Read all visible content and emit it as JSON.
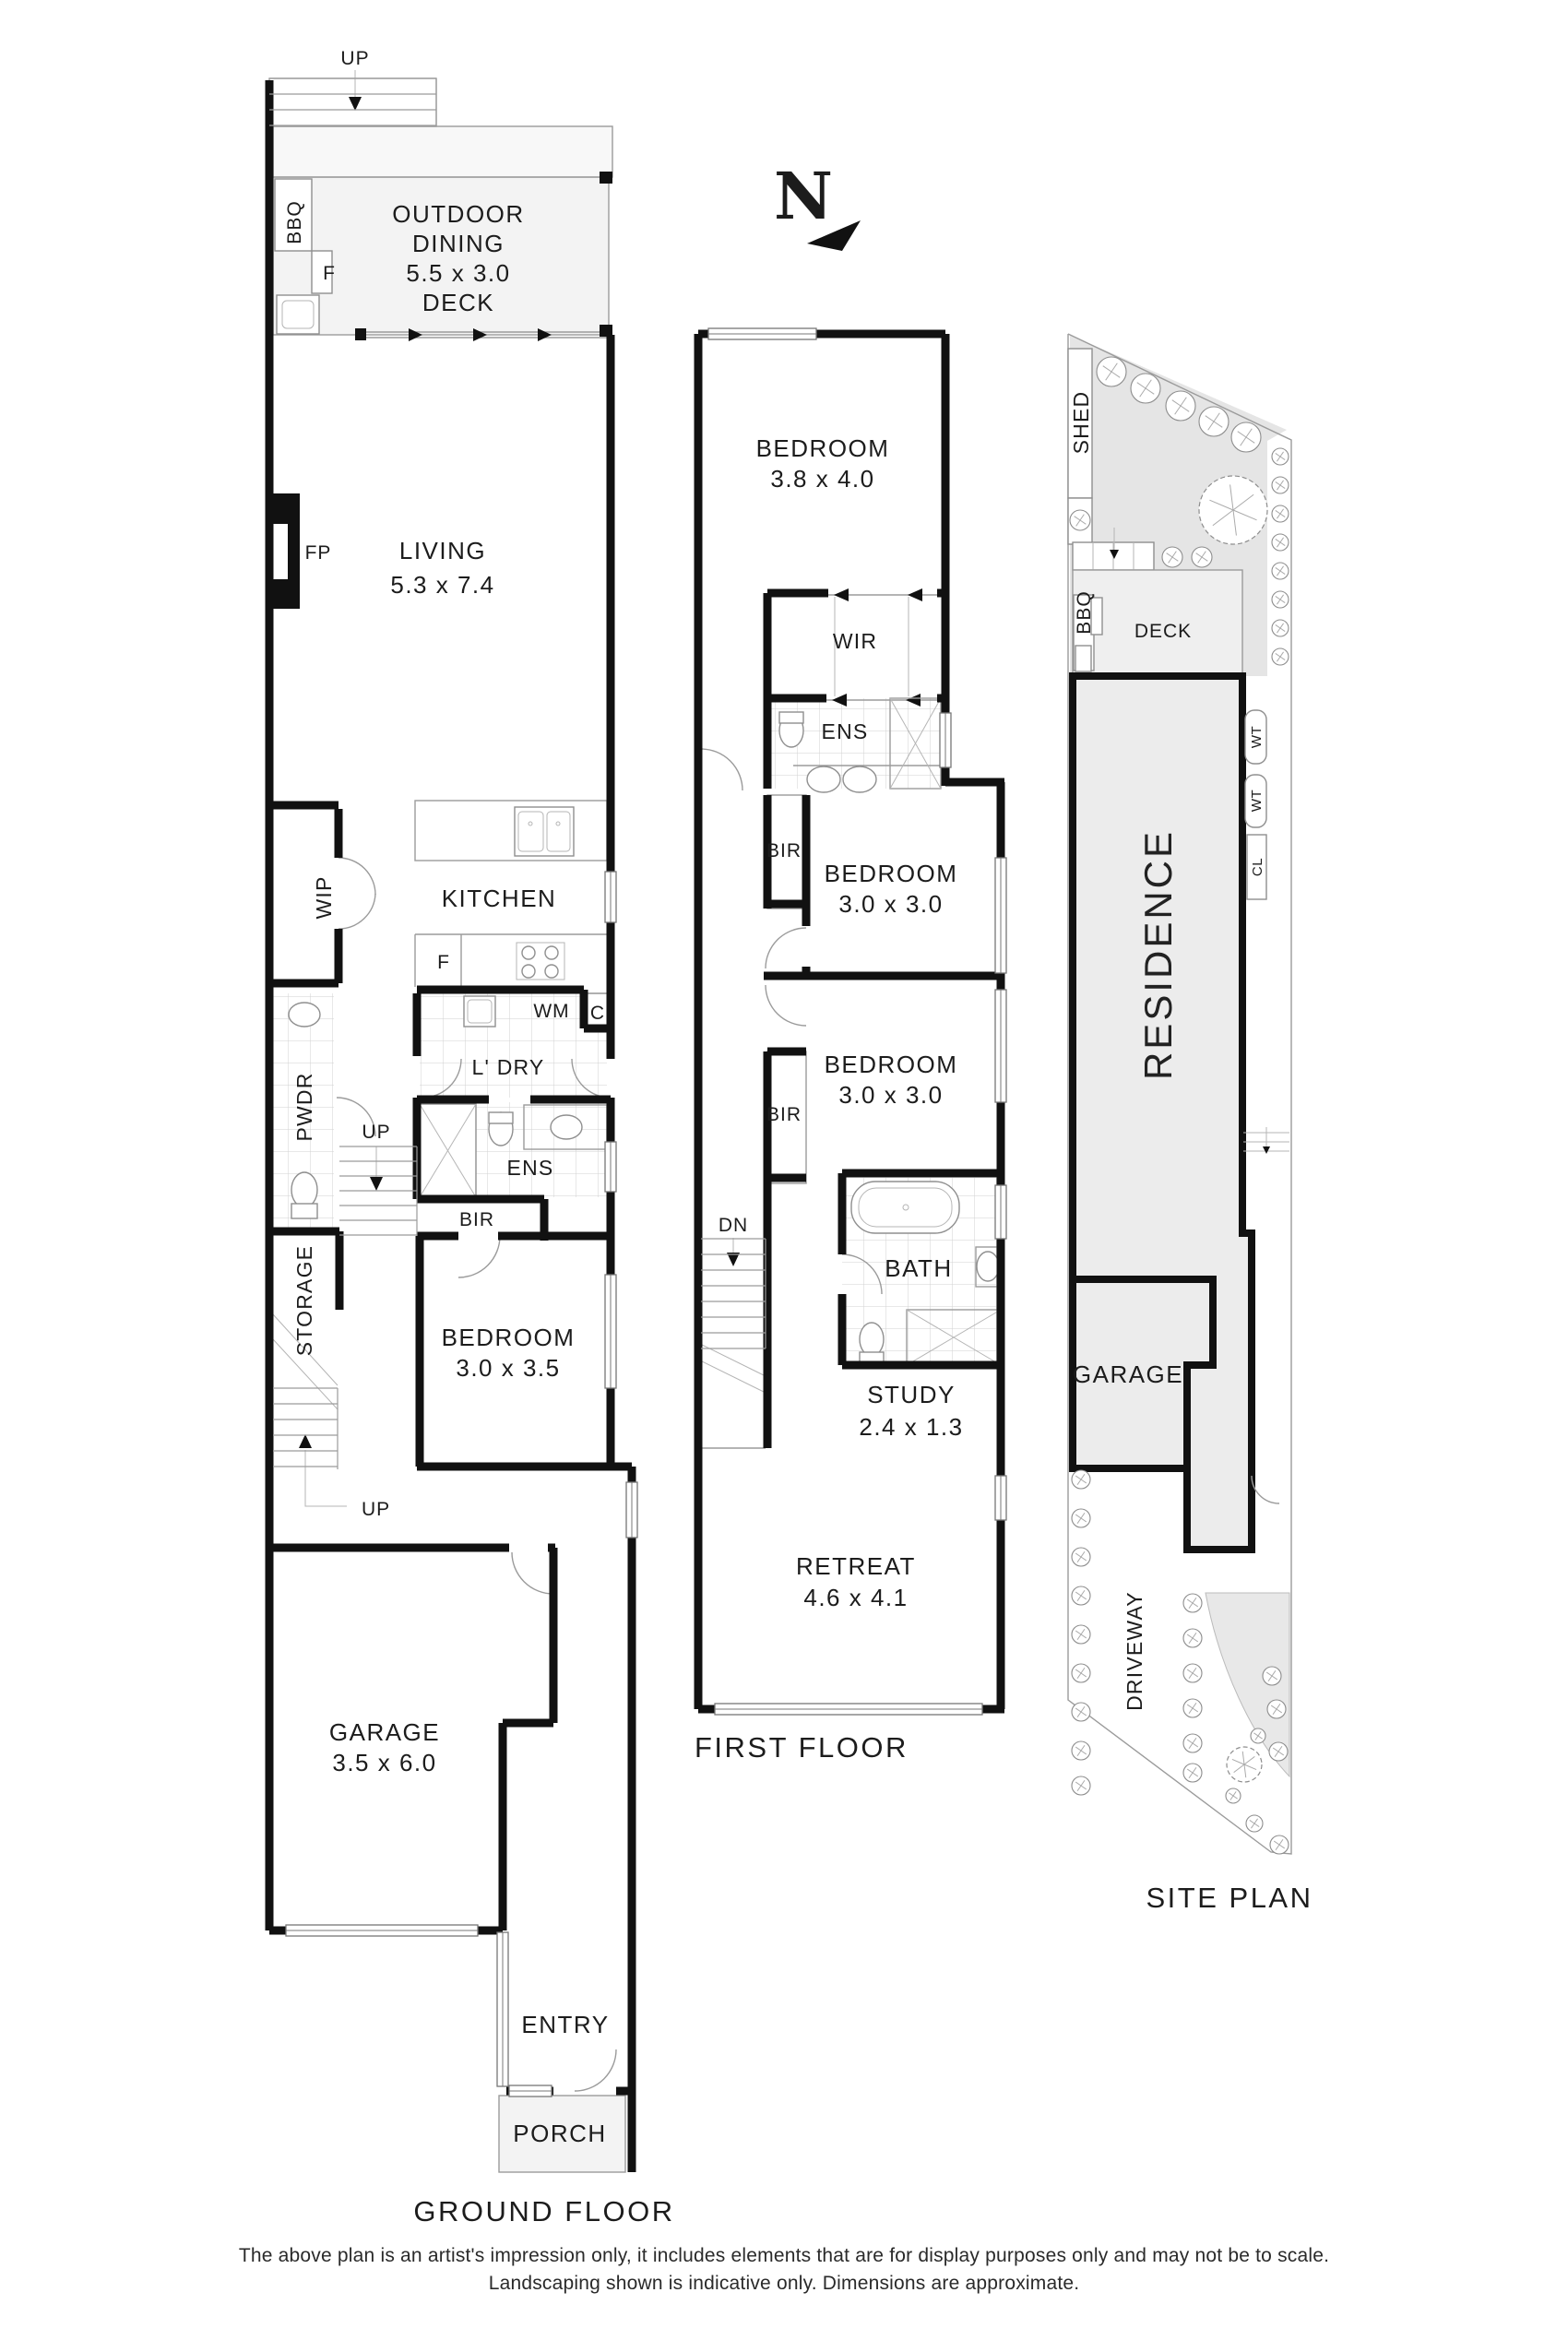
{
  "ground_floor": {
    "title": "GROUND FLOOR",
    "stairs_top": "UP",
    "deck": {
      "line1": "OUTDOOR",
      "line2": "DINING",
      "dims": "5.5 x 3.0",
      "line4": "DECK",
      "bbq": "BBQ",
      "fridge": "F"
    },
    "living": {
      "name": "LIVING",
      "dims": "5.3 x 7.4",
      "fireplace": "FP"
    },
    "kitchen": {
      "name": "KITCHEN",
      "fridge": "F",
      "pantry": "WIP",
      "washer": "WM",
      "cupboard": "C"
    },
    "laundry": "L' DRY",
    "powder": "PWDR",
    "stairs_mid": "UP",
    "ensuite": "ENS",
    "robe": "BIR",
    "bedroom": {
      "name": "BEDROOM",
      "dims": "3.0 x 3.5"
    },
    "storage": "STORAGE",
    "stairs_low": "UP",
    "garage": {
      "name": "GARAGE",
      "dims": "3.5 x 6.0"
    },
    "entry": "ENTRY",
    "porch": "PORCH"
  },
  "first_floor": {
    "title": "FIRST FLOOR",
    "bedroom1": {
      "name": "BEDROOM",
      "dims": "3.8 x 4.0"
    },
    "wir": "WIR",
    "ensuite": "ENS",
    "robe1": "BIR",
    "bedroom2": {
      "name": "BEDROOM",
      "dims": "3.0 x 3.0"
    },
    "robe2": "BIR",
    "bedroom3": {
      "name": "BEDROOM",
      "dims": "3.0 x 3.0"
    },
    "stairs": "DN",
    "bath": "BATH",
    "study": {
      "name": "STUDY",
      "dims": "2.4 x 1.3"
    },
    "retreat": {
      "name": "RETREAT",
      "dims": "4.6 x 4.1"
    }
  },
  "site_plan": {
    "title": "SITE PLAN",
    "shed": "SHED",
    "deck": "DECK",
    "bbq": "BBQ",
    "residence": "RESIDENCE",
    "water_tank1": "WT",
    "water_tank2": "WT",
    "clothesline": "CL",
    "garage": "GARAGE",
    "driveway": "DRIVEWAY"
  },
  "compass": {
    "north": "N"
  },
  "disclaimer": {
    "line1": "The above plan is an artist's impression only, it includes elements that are for display purposes only and may not be to scale.",
    "line2": "Landscaping shown is indicative only. Dimensions are approximate."
  },
  "colors": {
    "wall": "#111111",
    "light_fill": "#f3f3f3",
    "site_fill": "#e5e5e5",
    "residence_fill": "#ececec",
    "line": "#9b9b9b"
  }
}
